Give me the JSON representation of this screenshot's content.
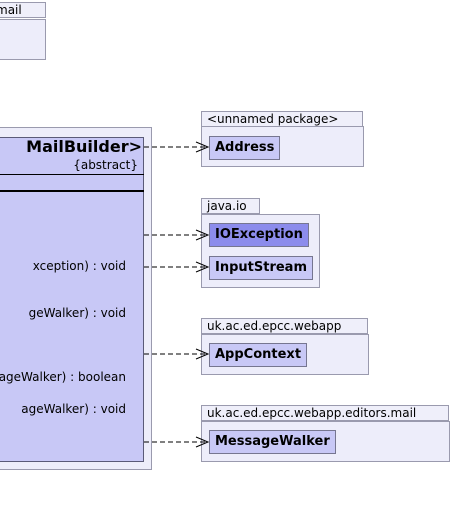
{
  "top_package": {
    "tab_label": "mail"
  },
  "main_class": {
    "name": "MailBuilder>",
    "stereotype": "{abstract}",
    "operations": [
      "xception) : void",
      "geWalker) : void",
      "ageWalker) : boolean",
      "ageWalker) : void"
    ]
  },
  "packages": [
    {
      "label": "<unnamed package>",
      "classes": [
        "Address"
      ]
    },
    {
      "label": "java.io",
      "classes": [
        "IOException",
        "InputStream"
      ]
    },
    {
      "label": "uk.ac.ed.epcc.webapp",
      "classes": [
        "AppContext"
      ]
    },
    {
      "label": "uk.ac.ed.epcc.webapp.editors.mail",
      "classes": [
        "MessageWalker"
      ]
    }
  ],
  "colors": {
    "class_fill": "#c8c8f6",
    "class_highlight": "#8c8cec",
    "package_fill": "#ededfa",
    "border": "#9a9aae"
  }
}
